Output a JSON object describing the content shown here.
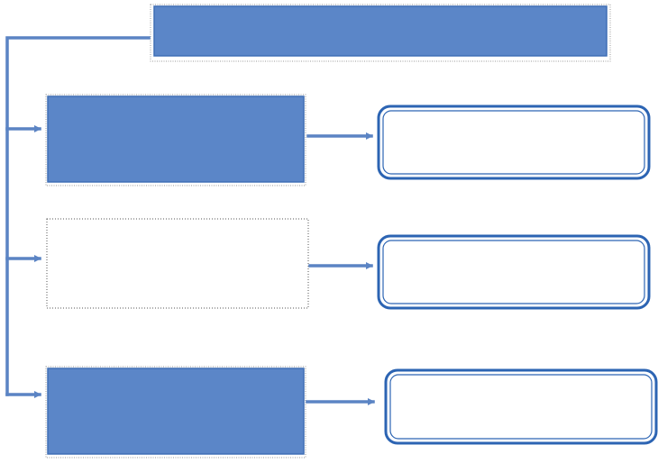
{
  "diagram": {
    "colors": {
      "box_fill": "#5b86c8",
      "box_stroke": "#3f6fb5",
      "connector": "#5b84c4",
      "outline": "#2c64b3"
    },
    "top_box": {
      "label": ""
    },
    "left_boxes": [
      {
        "label": "",
        "style": "filled"
      },
      {
        "label": "",
        "style": "outline-dotted"
      },
      {
        "label": "",
        "style": "filled"
      }
    ],
    "right_boxes": [
      {
        "label": "",
        "style": "double-outline-rounded"
      },
      {
        "label": "",
        "style": "double-outline-rounded"
      },
      {
        "label": "",
        "style": "double-outline-rounded"
      }
    ]
  }
}
